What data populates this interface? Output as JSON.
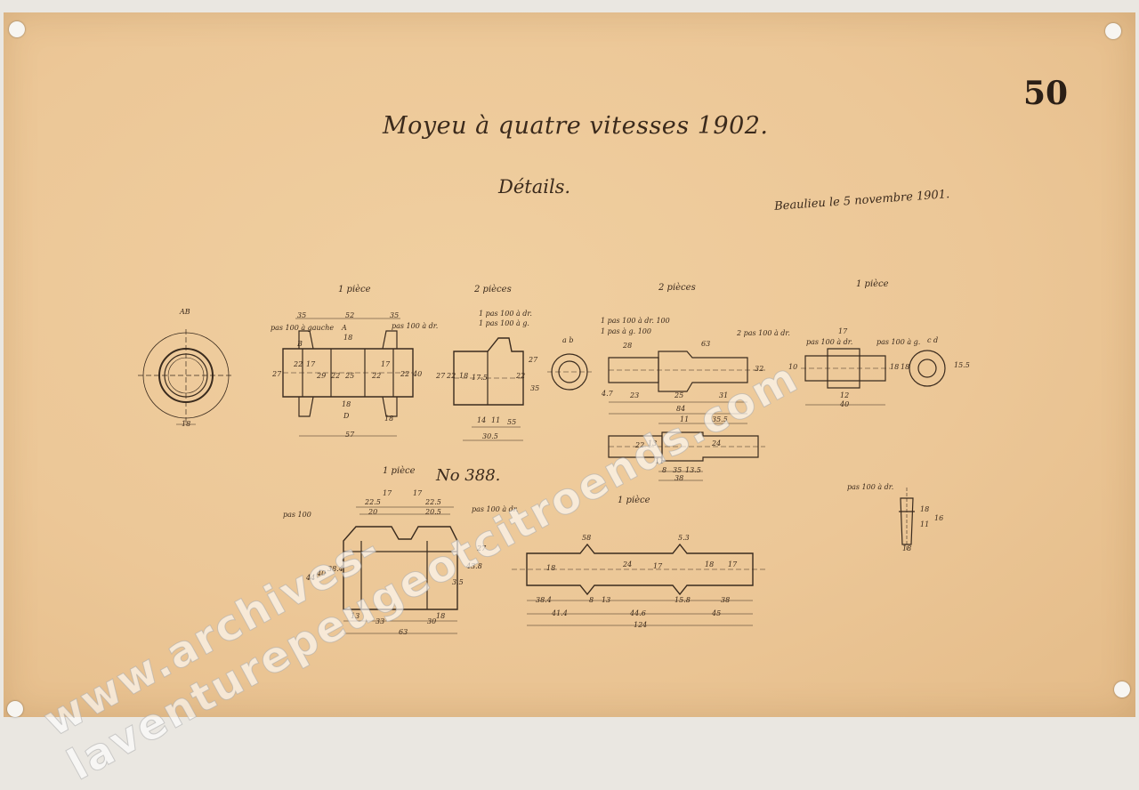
{
  "sheet_number": "50",
  "title": "Moyeu à quatre vitesses 1902.",
  "subtitle": "Détails.",
  "place_date": "Beaulieu le 5 novembre 1901.",
  "drawing_number": "No 388.",
  "watermark": "www.archives-laventurepeugeotcitroends.com",
  "quantities": {
    "part2": "1 pièce",
    "part3": "2 pièces",
    "part4": "2 pièces",
    "part5": "1 pièce",
    "part6": "1 pièce",
    "part7": "1 pièce"
  },
  "labels": {
    "ab": "AB",
    "ab2": "a b",
    "pas100_gauche": "pas 100 à gauche",
    "pas100_droite": "pas 100 à dr.",
    "pas100_dr_a": "1 pas 100 à dr.",
    "pas100_g_a": "1 pas 100 à g.",
    "pas100_dr_b": "1 pas 100 à dr. 100",
    "pas100_g_b": "1 pas à g. 100",
    "pas100_dr_c": "2 pas 100 à dr.",
    "pas100_dr_d": "pas 100 à dr.",
    "pas100_g_d": "pas 100 à g.",
    "cd": "c d",
    "pas100_e": "pas 100",
    "pas100_dr_e": "pas 100 à dr.",
    "pas100_dr_f": "pas 100 à dr."
  },
  "dimensions": {
    "d1": "18",
    "p2": [
      "35",
      "52",
      "35",
      "18",
      "27",
      "22",
      "17",
      "29",
      "22",
      "25",
      "22",
      "17",
      "22",
      "40",
      "18",
      "18",
      "57",
      "B",
      "A",
      "D"
    ],
    "p3": [
      "17.5",
      "27",
      "22",
      "18",
      "27",
      "35",
      "14",
      "11",
      "55",
      "30.5",
      "22"
    ],
    "p4a": [
      "28",
      "63",
      "23",
      "25",
      "31",
      "32",
      "84",
      "11",
      "35.5",
      "4.7"
    ],
    "p4b": [
      "22",
      "13",
      "24",
      "8",
      "35",
      "13.5",
      "38",
      "11"
    ],
    "p5": [
      "17",
      "18",
      "18",
      "10",
      "12",
      "40",
      "15.5"
    ],
    "p6": [
      "17",
      "17",
      "22.5",
      "20",
      "22.5",
      "20.5",
      "27",
      "44",
      "40",
      "38.4",
      "43.8",
      "3.5",
      "13",
      "18",
      "33",
      "30",
      "63"
    ],
    "p7": [
      "18",
      "24",
      "17",
      "18",
      "17",
      "5.3",
      "58",
      "38.4",
      "8",
      "13",
      "15.8",
      "38",
      "41.4",
      "44.6",
      "45",
      "124"
    ],
    "p8": [
      "18",
      "11",
      "16",
      "18"
    ]
  }
}
